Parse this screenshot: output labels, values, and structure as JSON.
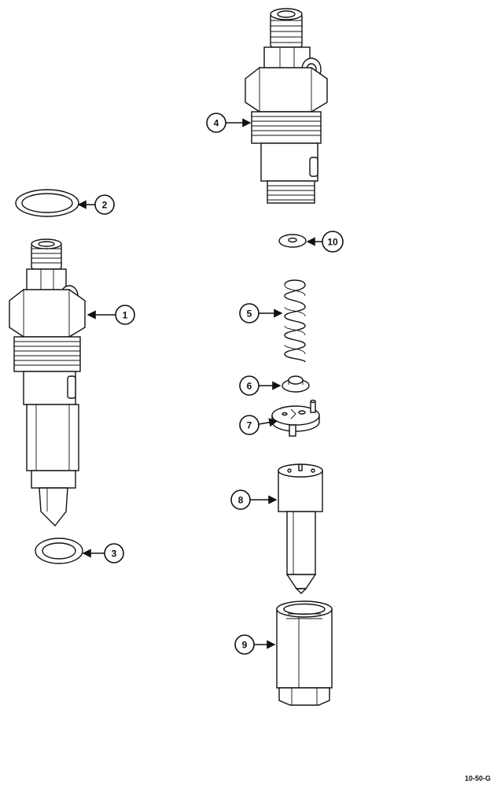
{
  "figure_code": "10-50-G",
  "callouts": [
    "1",
    "2",
    "3",
    "4",
    "5",
    "6",
    "7",
    "8",
    "9",
    "10"
  ],
  "parts": {
    "p1": "injector-assembly-icon",
    "p2": "upper-seal-ring-icon",
    "p3": "lower-seal-ring-icon",
    "p4": "nozzle-holder-body-icon",
    "p5": "pressure-spring-icon",
    "p6": "spring-seat-icon",
    "p7": "intermediate-plate-icon",
    "p8": "nozzle-icon",
    "p9": "nozzle-retaining-nut-icon",
    "p10": "shim-washer-icon"
  },
  "colors": {
    "ink": "#111111",
    "paper": "#ffffff"
  }
}
